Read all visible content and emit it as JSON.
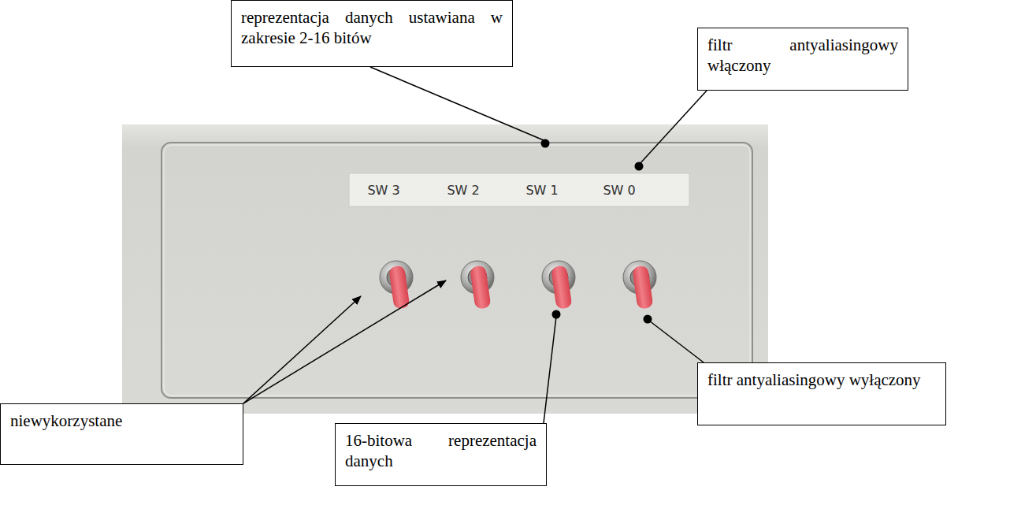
{
  "diagram": {
    "nodes": [
      {
        "text": [
          "reprezentacja danych ustawiana w zakresie 2-16 bitów"
        ]
      },
      {
        "text": [
          "filtr antyaliasingowy włączony"
        ]
      },
      {
        "text": [
          "filtr antyaliasingowy wyłączony"
        ]
      },
      {
        "text": [
          "niewykorzystane"
        ]
      },
      {
        "text": [
          "16-bitowa reprezentacja danych"
        ]
      }
    ],
    "labels": [
      "SW 3",
      "SW 2",
      "SW 1",
      "SW 0"
    ]
  }
}
